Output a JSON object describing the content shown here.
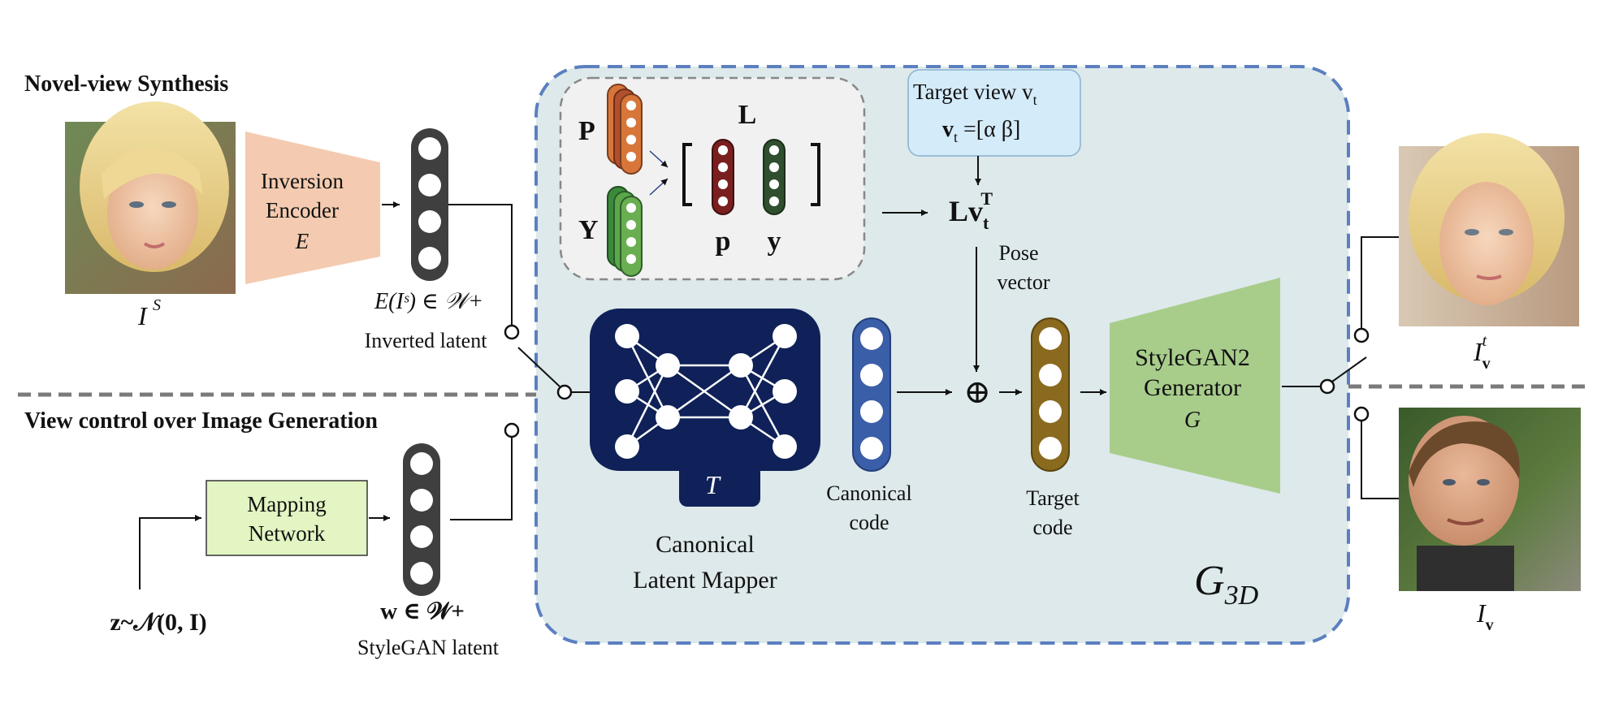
{
  "sections": {
    "top_title": "Novel-view Synthesis",
    "bottom_title": "View control over Image Generation"
  },
  "inputs": {
    "source_image_label": "I",
    "source_image_sup": "S",
    "encoder_line1": "Inversion",
    "encoder_line2": "Encoder",
    "encoder_symbol": "E",
    "inverted_formula": "E(Iˢ) ∈ 𝒲+",
    "inverted_caption": "Inverted latent",
    "mapping_line1": "Mapping",
    "mapping_line2": "Network",
    "z_formula": "z~𝒩(0, I)",
    "w_formula": "w ∈ 𝒲+",
    "w_caption": "StyleGAN latent"
  },
  "pose": {
    "P_label": "P",
    "Y_label": "Y",
    "L_label": "L",
    "p_label": "p",
    "y_label": "y",
    "target_view_title": "Target view v",
    "target_view_title_sub": "t",
    "target_view_formula": "v",
    "target_view_formula_sub": "t",
    "target_view_formula_rest": " =[α  β]",
    "Lv_main": "Lv",
    "Lv_sub": "t",
    "Lv_sup": "T",
    "pose_vector_line1": "Pose",
    "pose_vector_line2": "vector"
  },
  "mapper": {
    "T_symbol": "T",
    "caption_line1": "Canonical",
    "caption_line2": "Latent Mapper",
    "canonical_code_line1": "Canonical",
    "canonical_code_line2": "code",
    "plus_symbol": "⊕",
    "target_code_line1": "Target",
    "target_code_line2": "code"
  },
  "generator": {
    "line1": "StyleGAN2",
    "line2": "Generator",
    "symbol": "G",
    "g3d_main": "G",
    "g3d_sub": "3D"
  },
  "outputs": {
    "top_label": "I",
    "top_sub": "v",
    "top_sup": "t",
    "bottom_label": "I",
    "bottom_sub": "v"
  },
  "colors": {
    "container_fill": "#dde9ea",
    "container_border": "#5b7fc0",
    "encoder_fill": "#f4cbb0",
    "mapping_fill": "#e2f5c2",
    "generator_fill": "#a8cd8b",
    "mapper_fill": "#0f2158",
    "target_view_fill": "#d4ebf9",
    "canonical_code": "#3b5ea8",
    "target_code": "#8a6a1f",
    "latent_dark": "#3f3f3f"
  }
}
